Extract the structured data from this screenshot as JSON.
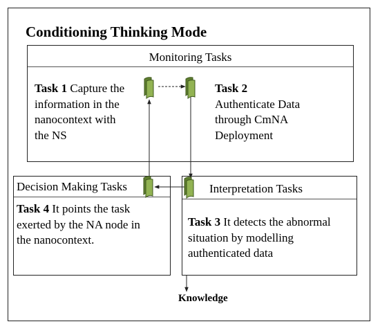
{
  "title": "Conditioning Thinking Mode",
  "monitoring": {
    "header": "Monitoring Tasks",
    "task1": {
      "label": "Task 1",
      "lines": [
        " Capture the",
        "information in the",
        "nanocontext with",
        "the NS"
      ]
    },
    "task2": {
      "label": "Task 2",
      "lines": [
        "Authenticate Data",
        "through CmNA",
        "Deployment"
      ]
    }
  },
  "decision": {
    "header": "Decision Making Tasks",
    "task4": {
      "label": "Task 4",
      "lines": [
        " It points the task",
        "exerted by the NA node in",
        "the nanocontext."
      ]
    }
  },
  "interpretation": {
    "header": "Interpretation Tasks",
    "task3": {
      "label": "Task 3",
      "lines": [
        " It detects the abnormal",
        "situation by modelling",
        "authenticated data"
      ]
    }
  },
  "output_label": "Knowledge",
  "colors": {
    "document_fill": "#92b353",
    "document_stroke": "#3f5a1e",
    "line": "#222222"
  },
  "icons": [
    "document-icon"
  ]
}
